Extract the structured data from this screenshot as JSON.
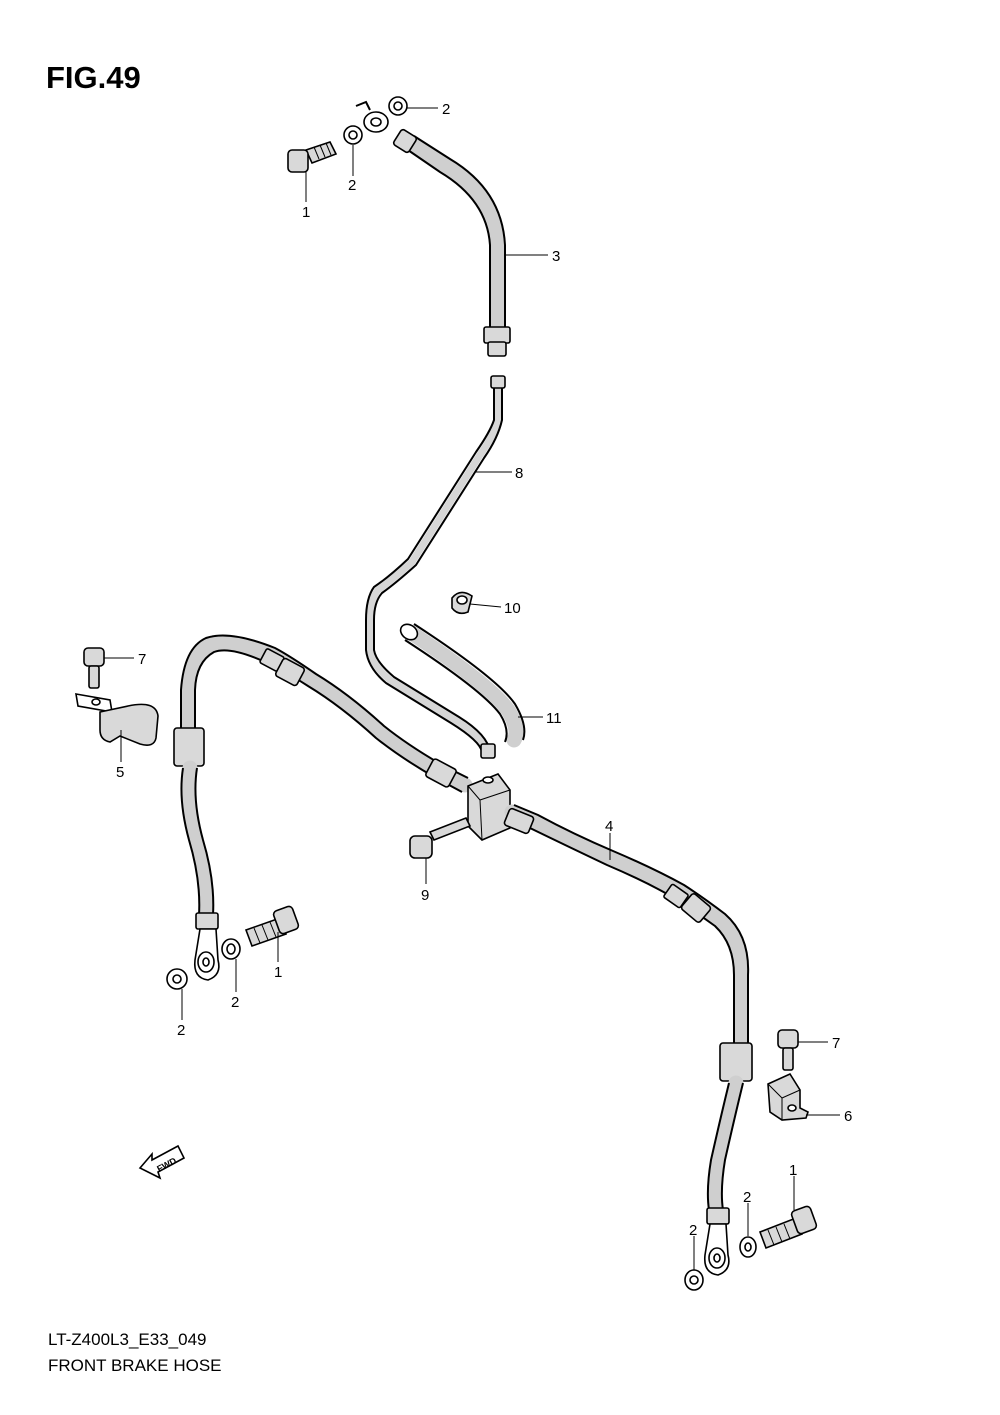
{
  "figure": {
    "title": "FIG.49",
    "model_code": "LT-Z400L3_E33_049",
    "section_title": "FRONT BRAKE HOSE"
  },
  "fwd_arrow": {
    "label": "FWD"
  },
  "callouts": [
    {
      "id": "c1a",
      "label": "1"
    },
    {
      "id": "c2a",
      "label": "2"
    },
    {
      "id": "c2b",
      "label": "2"
    },
    {
      "id": "c3",
      "label": "3"
    },
    {
      "id": "c8",
      "label": "8"
    },
    {
      "id": "c10",
      "label": "10"
    },
    {
      "id": "c7a",
      "label": "7"
    },
    {
      "id": "c5",
      "label": "5"
    },
    {
      "id": "c11",
      "label": "11"
    },
    {
      "id": "c4",
      "label": "4"
    },
    {
      "id": "c9",
      "label": "9"
    },
    {
      "id": "c1b",
      "label": "1"
    },
    {
      "id": "c2c",
      "label": "2"
    },
    {
      "id": "c2d",
      "label": "2"
    },
    {
      "id": "c7b",
      "label": "7"
    },
    {
      "id": "c6",
      "label": "6"
    },
    {
      "id": "c1c",
      "label": "1"
    },
    {
      "id": "c2e",
      "label": "2"
    },
    {
      "id": "c2f",
      "label": "2"
    }
  ]
}
